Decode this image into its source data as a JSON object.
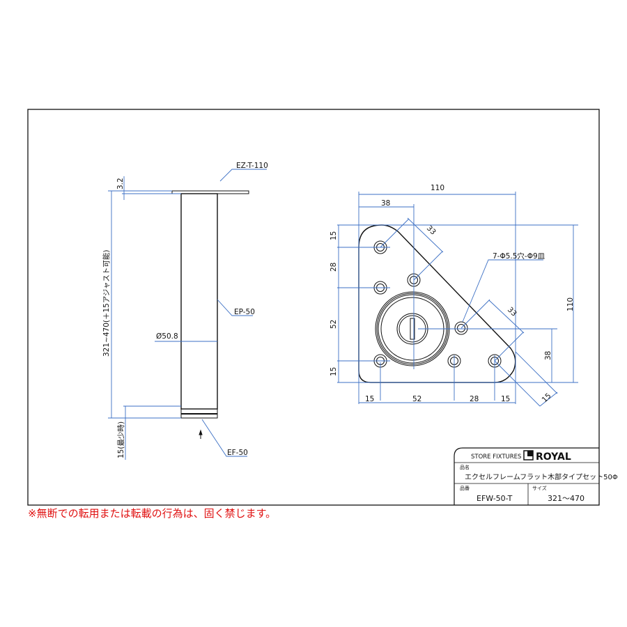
{
  "side_view": {
    "labels": {
      "top_plate": "EZ-T-110",
      "pipe": "EP-50",
      "foot": "EF-50"
    },
    "dims": {
      "plate_thickness": "3.2",
      "height": "321~470(＋15アジャスト可能)",
      "diameter": "Ø50.8",
      "adjuster": "15(最少時)"
    }
  },
  "plate_view": {
    "hole_note": "7-Φ5.5穴-Φ9皿",
    "dims": {
      "width_total": "110",
      "width_38": "38",
      "diag_33_top": "33",
      "diag_33_right": "33",
      "diag_15": "15",
      "height_total": "110",
      "right_38": "38",
      "left_15_top": "15",
      "left_28": "28",
      "left_52": "52",
      "left_15_bottom": "15",
      "bottom_15_left": "15",
      "bottom_52": "52",
      "bottom_28": "28",
      "bottom_15_right": "15"
    }
  },
  "title_block": {
    "company_tag": "STORE FIXTURES",
    "brand": "ROYAL",
    "name_label": "品名",
    "name_value": "エクセルフレームフラット木部タイプセット50Φ",
    "code_label": "品番",
    "code_value": "EFW-50-T",
    "size_label": "サイズ",
    "size_value": "321～470"
  },
  "warning": "※無断での転用または転載の行為は、固く禁じます。"
}
